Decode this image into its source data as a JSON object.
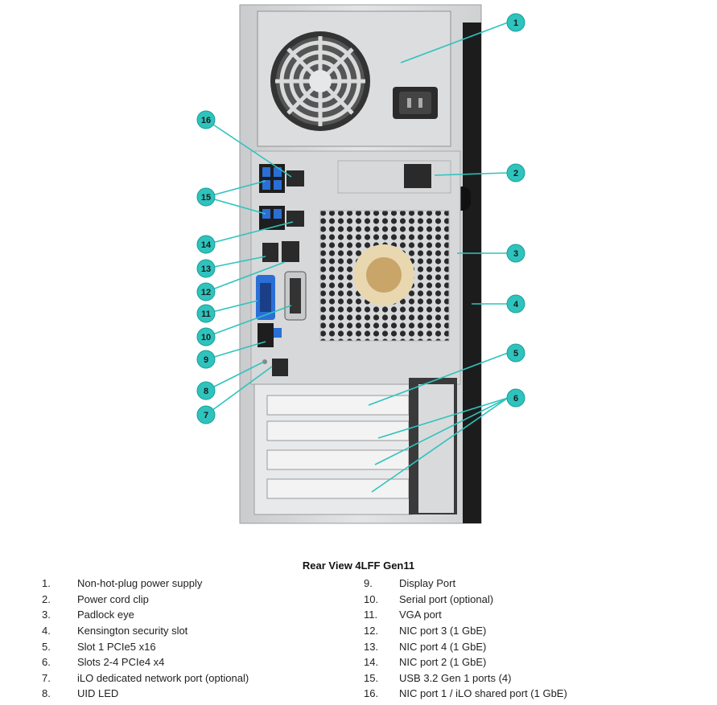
{
  "figure": {
    "caption": "Rear View 4LFF Gen11",
    "accent_color": "#2fc3bd",
    "port_color_blue": "#2a6fd6"
  },
  "legend": [
    {
      "num": "1.",
      "label": "Non-hot-plug power supply"
    },
    {
      "num": "2.",
      "label": "Power cord clip"
    },
    {
      "num": "3.",
      "label": "Padlock eye"
    },
    {
      "num": "4.",
      "label": "Kensington security slot"
    },
    {
      "num": "5.",
      "label": "Slot 1 PCIe5 x16"
    },
    {
      "num": "6.",
      "label": "Slots 2-4 PCIe4 x4"
    },
    {
      "num": "7.",
      "label": "iLO dedicated network port (optional)"
    },
    {
      "num": "8.",
      "label": "UID LED"
    },
    {
      "num": "9.",
      "label": "Display Port"
    },
    {
      "num": "10.",
      "label": "Serial port (optional)"
    },
    {
      "num": "11.",
      "label": "VGA port"
    },
    {
      "num": "12.",
      "label": "NIC port 3 (1 GbE)"
    },
    {
      "num": "13.",
      "label": "NIC port 4 (1 GbE)"
    },
    {
      "num": "14.",
      "label": "NIC port 2 (1 GbE)"
    },
    {
      "num": "15.",
      "label": "USB 3.2 Gen 1 ports (4)"
    },
    {
      "num": "16.",
      "label": "NIC port 1 / iLO shared port (1 GbE)"
    }
  ],
  "callouts": [
    "1",
    "2",
    "3",
    "4",
    "5",
    "6",
    "7",
    "8",
    "9",
    "10",
    "11",
    "12",
    "13",
    "14",
    "15",
    "16"
  ]
}
